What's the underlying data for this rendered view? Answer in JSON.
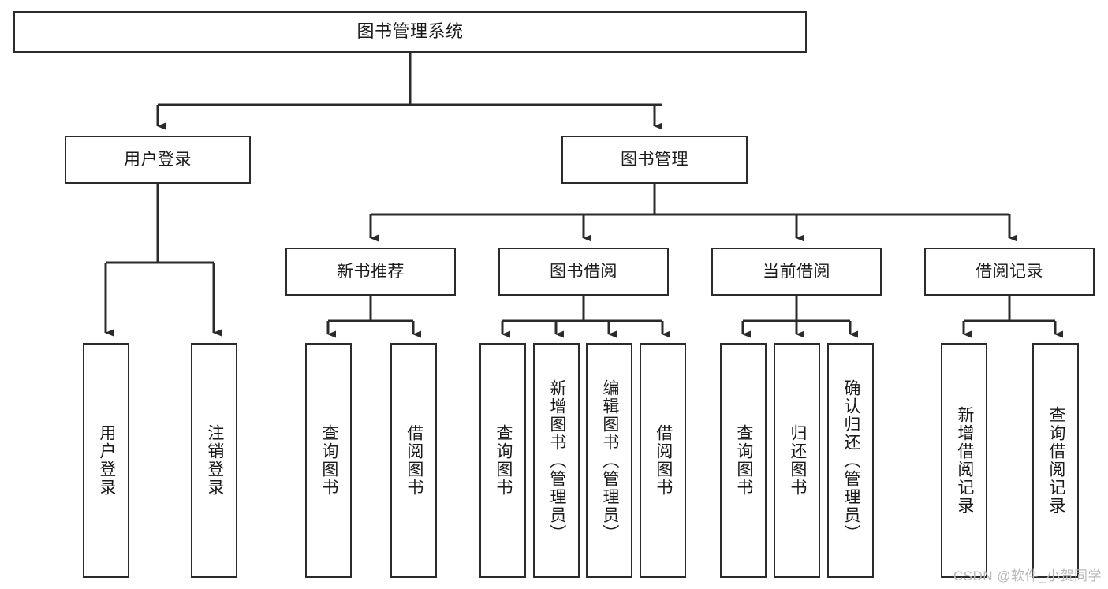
{
  "diagram": {
    "type": "tree-hierarchy",
    "title": "图书管理系统",
    "root": {
      "id": "root",
      "label": "图书管理系统"
    },
    "level2": [
      {
        "id": "user-login",
        "label": "用户登录"
      },
      {
        "id": "book-manage",
        "label": "图书管理"
      }
    ],
    "level3": [
      {
        "id": "new-book-recommend",
        "label": "新书推荐",
        "parent": "book-manage"
      },
      {
        "id": "book-borrow",
        "label": "图书借阅",
        "parent": "book-manage"
      },
      {
        "id": "current-borrow",
        "label": "当前借阅",
        "parent": "book-manage"
      },
      {
        "id": "borrow-record",
        "label": "借阅记录",
        "parent": "book-manage"
      }
    ],
    "leaves": [
      {
        "id": "leaf-user-login",
        "label": "用户登录",
        "parent": "user-login"
      },
      {
        "id": "leaf-user-logout",
        "label": "注销登录",
        "parent": "user-login"
      },
      {
        "id": "leaf-query-book-1",
        "label": "查询图书",
        "parent": "new-book-recommend"
      },
      {
        "id": "leaf-borrow-book-1",
        "label": "借阅图书",
        "parent": "new-book-recommend"
      },
      {
        "id": "leaf-query-book-2",
        "label": "查询图书",
        "parent": "book-borrow"
      },
      {
        "id": "leaf-add-book",
        "label": "新增图书（管理员）",
        "parent": "book-borrow"
      },
      {
        "id": "leaf-edit-book",
        "label": "编辑图书（管理员）",
        "parent": "book-borrow"
      },
      {
        "id": "leaf-borrow-book-2",
        "label": "借阅图书",
        "parent": "book-borrow"
      },
      {
        "id": "leaf-query-book-3",
        "label": "查询图书",
        "parent": "current-borrow"
      },
      {
        "id": "leaf-return-book",
        "label": "归还图书",
        "parent": "current-borrow"
      },
      {
        "id": "leaf-confirm-return",
        "label": "确认归还（管理员）",
        "parent": "current-borrow"
      },
      {
        "id": "leaf-add-record",
        "label": "新增借阅记录",
        "parent": "borrow-record"
      },
      {
        "id": "leaf-query-record",
        "label": "查询借阅记录",
        "parent": "borrow-record"
      }
    ],
    "watermark": "CSDN @软件_小贺同学",
    "colors": {
      "stroke": "#2b2b2b",
      "fill": "#ffffff",
      "text": "#1a1a1a",
      "watermark": "#b9b9b9"
    }
  }
}
